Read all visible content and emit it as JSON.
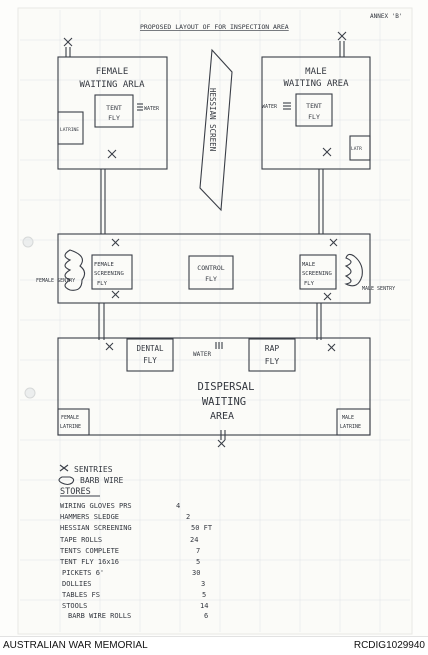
{
  "header": {
    "title": "PROPOSED LAYOUT OF FOR INSPECTION AREA",
    "annex": "ANNEX 'B'"
  },
  "areas": {
    "female_waiting": {
      "label1": "FEMALE",
      "label2": "WAITING ARLA",
      "tent1": "TENT",
      "tent2": "FLY",
      "water": "WATER",
      "latrine": "LATRINE"
    },
    "hessian": {
      "label": "HESSIAN SCREEN"
    },
    "male_waiting": {
      "label1": "MALE",
      "label2": "WAITING AREA",
      "tent1": "TENT",
      "tent2": "FLY",
      "water": "WATER",
      "latrine": "LATR"
    },
    "screening": {
      "female1": "FEMALE",
      "female2": "SCREENING",
      "female3": "FLY",
      "control1": "CONTROL",
      "control2": "FLY",
      "male1": "MALE",
      "male2": "SCREENING",
      "male3": "FLY",
      "female_sentry": "FEMALE SENTRY",
      "male_sentry": "MALE SENTRY"
    },
    "dispersal": {
      "dental1": "DENTAL",
      "dental2": "FLY",
      "water": "WATER",
      "rap1": "RAP",
      "rap2": "FLY",
      "label1": "DISPERSAL",
      "label2": "WAITING",
      "label3": "AREA",
      "female_latrine1": "FEMALE",
      "female_latrine2": "LATRINE",
      "male_latrine1": "MALE",
      "male_latrine2": "LATRINE"
    }
  },
  "legend": {
    "sentries": "SENTRIES",
    "barb_wire": "BARB WIRE"
  },
  "stores": {
    "heading": "STORES",
    "items": [
      {
        "name": "WIRING GLOVES PRS",
        "qty": "4"
      },
      {
        "name": "HAMMERS SLEDGE",
        "qty": "2"
      },
      {
        "name": "HESSIAN SCREENING",
        "qty": "50 FT"
      },
      {
        "name": "TAPE ROLLS",
        "qty": "24"
      },
      {
        "name": "TENTS COMPLETE",
        "qty": "7"
      },
      {
        "name": "TENT FLY 16x16",
        "qty": "5"
      },
      {
        "name": "PICKETS 6'",
        "qty": "30"
      },
      {
        "name": "DOLLIES",
        "qty": "3"
      },
      {
        "name": "TABLES FS",
        "qty": "5"
      },
      {
        "name": "STOOLS",
        "qty": "14"
      },
      {
        "name": "BARB WIRE ROLLS",
        "qty": "6"
      }
    ]
  },
  "footer": {
    "left": "AUSTRALIAN WAR MEMORIAL",
    "right": "RCDIG1029940"
  },
  "colors": {
    "ink": "#33373f",
    "paper": "#fdfdfb",
    "grid": "#dfe3e6"
  }
}
